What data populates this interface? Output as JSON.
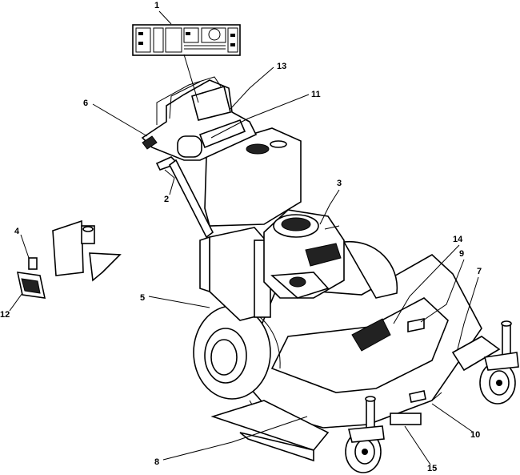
{
  "callouts": [
    "1",
    "13",
    "11",
    "6",
    "2",
    "3",
    "4",
    "12",
    "5",
    "14",
    "9",
    "7",
    "10",
    "8",
    "15"
  ]
}
